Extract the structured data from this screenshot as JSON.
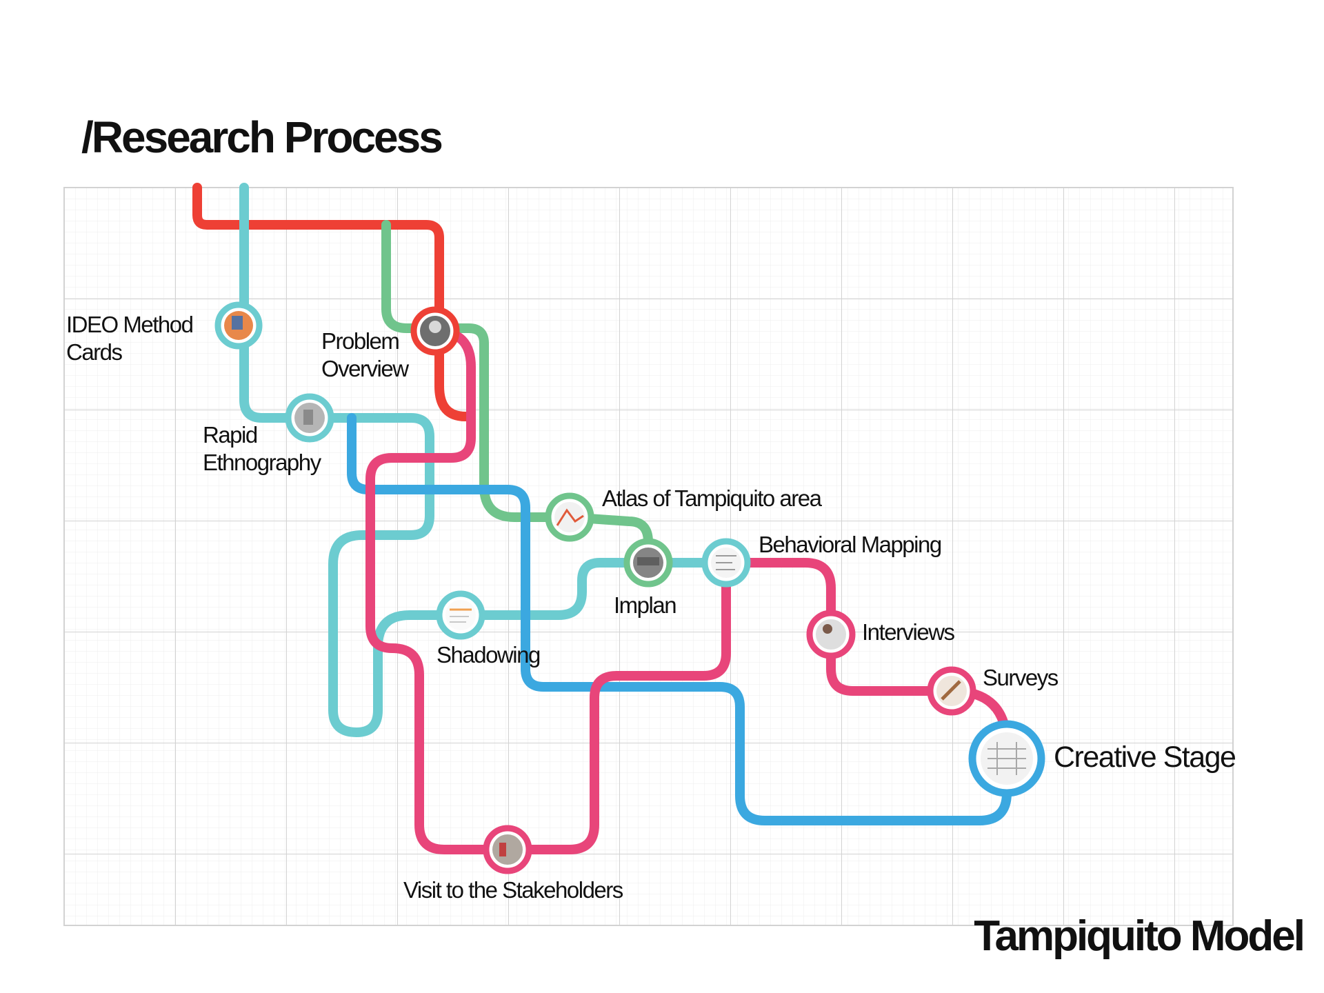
{
  "header": {
    "title": "/Research Process"
  },
  "footer": {
    "title": "Tampiquito Model"
  },
  "lines": {
    "red": {
      "color": "#ee4035"
    },
    "teal": {
      "color": "#6cccd0"
    },
    "green": {
      "color": "#70c48c"
    },
    "pink": {
      "color": "#e8457a"
    },
    "blue": {
      "color": "#3ba8e0"
    }
  },
  "stations": {
    "ideo": {
      "label_lines": [
        "IDEO Method",
        "Cards"
      ]
    },
    "problem": {
      "label_lines": [
        "Problem",
        "Overview"
      ]
    },
    "rapid": {
      "label_lines": [
        "Rapid",
        "Ethnography"
      ]
    },
    "atlas": {
      "label_lines": [
        "Atlas of Tampiquito area"
      ]
    },
    "implan": {
      "label_lines": [
        "Implan"
      ]
    },
    "behavioral": {
      "label_lines": [
        "Behavioral Mapping"
      ]
    },
    "shadowing": {
      "label_lines": [
        "Shadowing"
      ]
    },
    "interviews": {
      "label_lines": [
        "Interviews"
      ]
    },
    "surveys": {
      "label_lines": [
        "Surveys"
      ]
    },
    "creative": {
      "label_lines": [
        "Creative Stage"
      ]
    },
    "stakeholders": {
      "label_lines": [
        "Visit to the Stakeholders"
      ]
    }
  }
}
